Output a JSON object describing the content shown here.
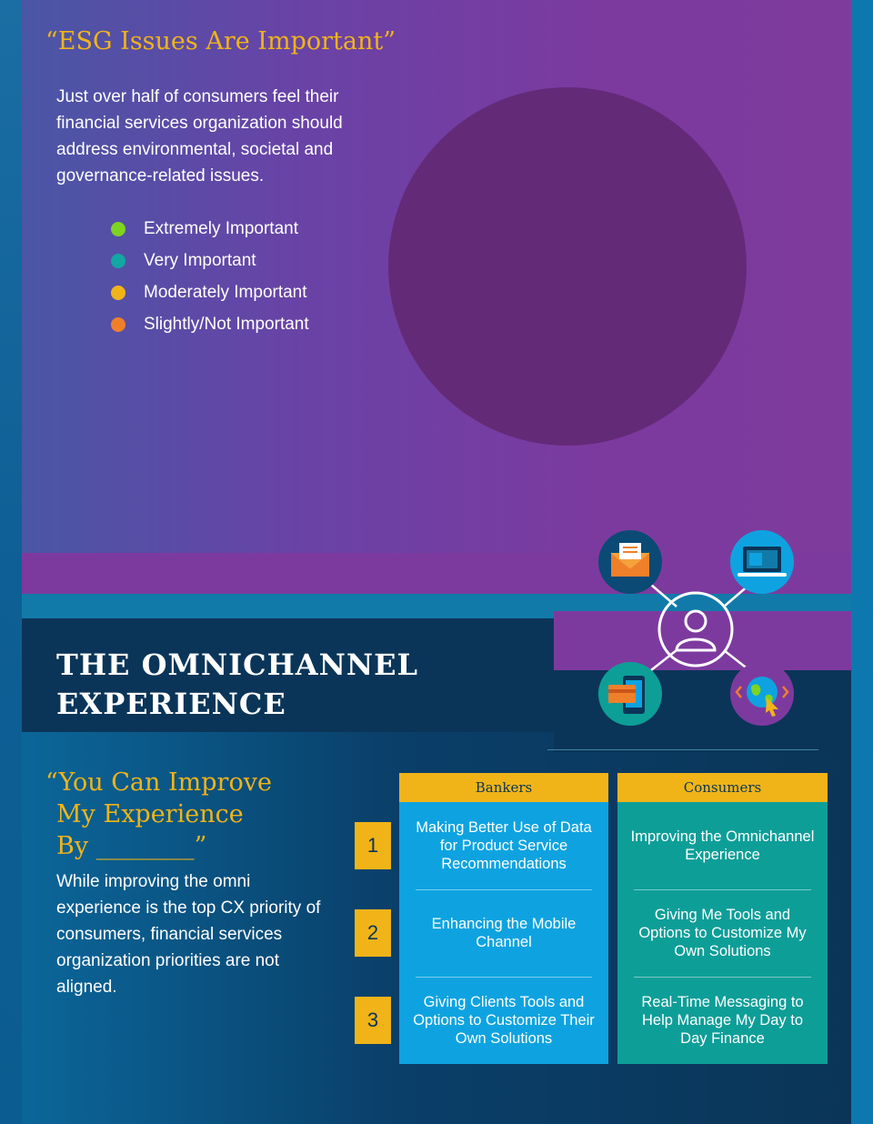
{
  "esg": {
    "title": "“ESG Issues Are Important”",
    "body": "Just over half of consumers feel their financial services organization should address environmental, societal and governance-related issues.",
    "legend": [
      {
        "label": "Extremely Important",
        "color": "#7fd321"
      },
      {
        "label": "Very Important",
        "color": "#13a7a3"
      },
      {
        "label": "Moderately Important",
        "color": "#f0b418"
      },
      {
        "label": "Slightly/Not Important",
        "color": "#f07f2a"
      }
    ]
  },
  "omni": {
    "title_line1": "THE OMNICHANNEL",
    "title_line2": "EXPERIENCE"
  },
  "improve": {
    "title_line1": "“You Can Improve",
    "title_line2": "My Experience",
    "title_line3": "By ________”",
    "body": "While improving the omni experience is the top CX priority of consumers, financial services organization priorities are not aligned."
  },
  "table": {
    "bankers_header": "Bankers",
    "consumers_header": "Consumers",
    "ranks": [
      "1",
      "2",
      "3"
    ],
    "bankers": [
      "Making Better Use of Data for Product Service Recommendations",
      "Enhancing the Mobile Channel",
      "Giving Clients Tools and Options to Customize Their Own Solutions"
    ],
    "consumers": [
      "Improving the Omnichannel Experience",
      "Giving Me Tools and Options to Customize My Own Solutions",
      "Real-Time Messaging to Help Manage My Day to Day Finance"
    ]
  },
  "colors": {
    "accent_yellow": "#f0b418",
    "purple": "#7d3a9e",
    "navy": "#0b3558",
    "bankers_blue": "#0ea3e0",
    "consumers_teal": "#0e9e98"
  },
  "icons": [
    "email-icon",
    "laptop-icon",
    "user-icon",
    "mobile-card-icon",
    "globe-cursor-icon"
  ]
}
